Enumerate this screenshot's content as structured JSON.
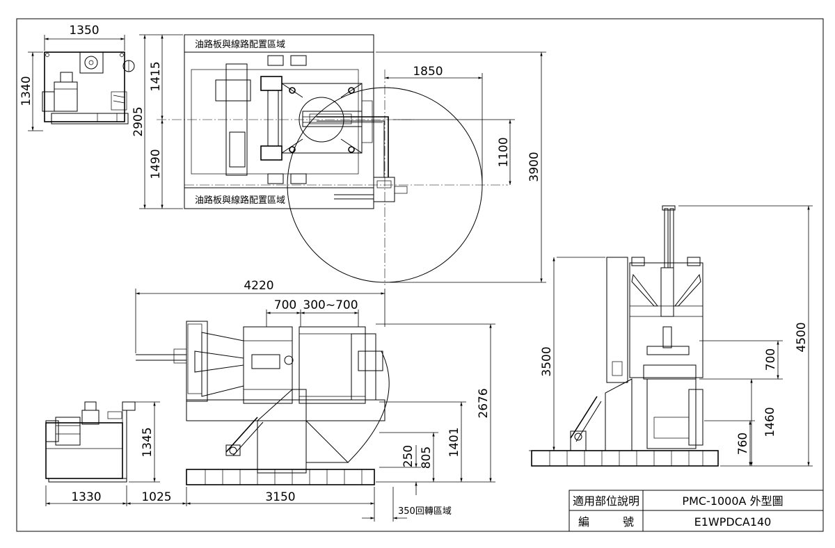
{
  "top_view": {
    "zone_label_top": "油路板與線路配置區域",
    "zone_label_bottom": "油路板與線路配置區域",
    "dims": {
      "width": "1350",
      "height": "1340",
      "upper": "1415",
      "total": "2905",
      "lower": "1490",
      "radius": "1850",
      "offset": "1100",
      "sweep": "3900"
    }
  },
  "side_view": {
    "dims": {
      "length": "4220",
      "stroke": "700",
      "adjust": "300~700",
      "pump_height": "1345",
      "total_height": "2676",
      "axis_height": "1401",
      "low_height": "805",
      "base_height": "250",
      "pump_width": "1330",
      "gap": "1025",
      "base_length": "3150",
      "rotation_zone": "350回轉區域"
    }
  },
  "end_view": {
    "dims": {
      "height_a": "3500",
      "height_total": "4500",
      "stroke": "700",
      "height_b": "1460",
      "height_c": "760"
    }
  },
  "title_block": {
    "part_label": "適用部位說明",
    "part_value": "PMC-1000A  外型圖",
    "number_label": "編　　　號",
    "number_value": "E1WPDCA140"
  }
}
